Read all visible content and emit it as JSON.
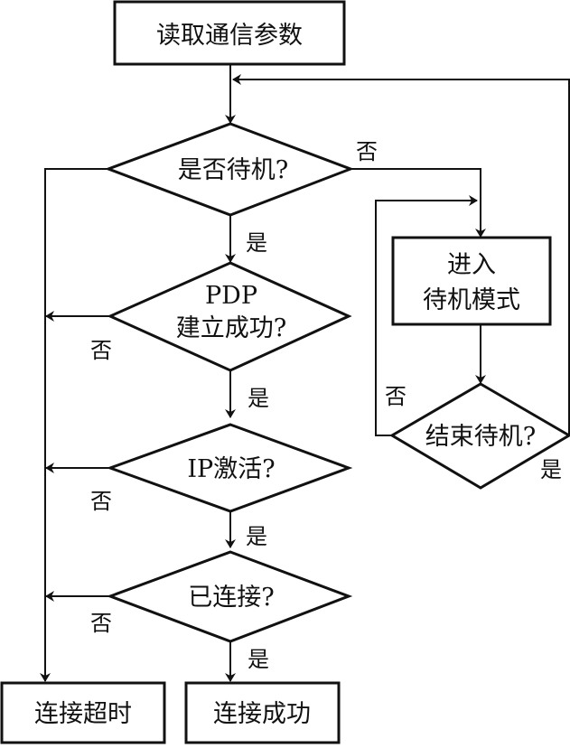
{
  "nodes": {
    "read_params": "读取通信参数",
    "standby_q": "是否待机?",
    "pdp_q_line1": "PDP",
    "pdp_q_line2": "建立成功?",
    "ip_q": "IP激活?",
    "connected_q": "已连接?",
    "enter_standby_line1": "进入",
    "enter_standby_line2": "待机模式",
    "end_standby_q": "结束待机?",
    "timeout": "连接超时",
    "success": "连接成功"
  },
  "labels": {
    "yes": "是",
    "no": "否"
  },
  "colors": {
    "stroke": "#111111",
    "background": "#ffffff"
  }
}
